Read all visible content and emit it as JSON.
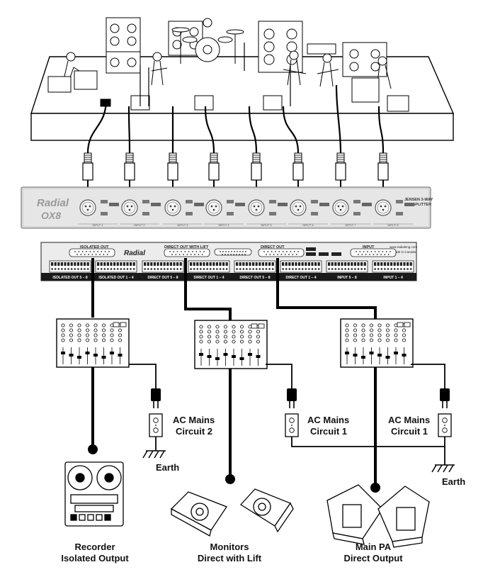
{
  "stage": {
    "input_count": 8
  },
  "splitter_front": {
    "brand": "Radial",
    "model": "OX8",
    "product_line1": "JENSEN 3-WAY",
    "product_line2": "MIC SPLITTER",
    "input_label": "INPUT",
    "channel_labels": [
      "INPUT 1",
      "INPUT 2",
      "INPUT 3",
      "INPUT 4",
      "INPUT 5",
      "INPUT 6",
      "INPUT 7",
      "INPUT 8"
    ]
  },
  "splitter_rear": {
    "brand": "Radial",
    "isolated_out": "ISOLATED OUT",
    "direct_out_with_lift": "DIRECT OUT WITH LIFT",
    "direct_out": "DIRECT OUT",
    "input": "INPUT",
    "website": "www.radialeng.com",
    "made_in": "Made in Canada",
    "bottom_labels": [
      "ISOLATED OUT 5 – 8",
      "ISOLATED OUT 1 – 4",
      "DIRECT OUT 5 – 8",
      "DIRECT OUT 1 – 4",
      "DIRECT OUT 5 – 8",
      "DIRECT OUT 1 – 4",
      "INPUT 5 – 8",
      "INPUT 1 – 4"
    ]
  },
  "power": [
    {
      "line1": "AC Mains",
      "line2": "Circuit 2"
    },
    {
      "line1": "AC Mains",
      "line2": "Circuit 1"
    },
    {
      "line1": "AC Mains",
      "line2": "Circuit 1"
    }
  ],
  "earth_labels": [
    "Earth",
    "Earth"
  ],
  "destinations": [
    {
      "name": "Recorder",
      "detail": "Isolated Output"
    },
    {
      "name": "Monitors",
      "detail": "Direct with Lift"
    },
    {
      "name": "Main PA",
      "detail": "Direct Output"
    }
  ],
  "colors": {
    "cable": "#000000",
    "panel": "#e6e6e6",
    "rear_panel": "#ececec",
    "label_strip": "#1a1a1a"
  }
}
